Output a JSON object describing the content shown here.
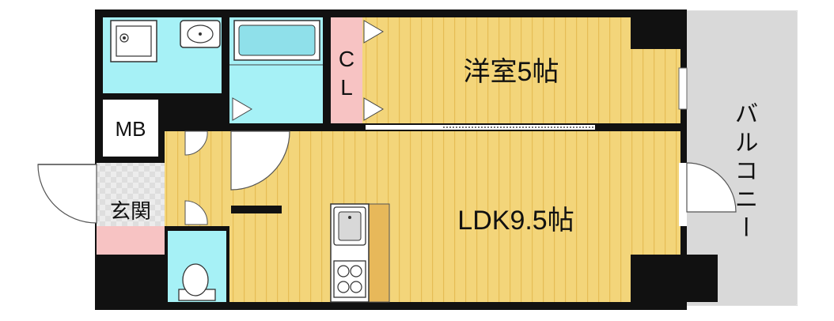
{
  "labels": {
    "western_room": "洋室5帖",
    "ldk": "LDK9.5帖",
    "balcony": "バルコニー",
    "mb": "MB",
    "entrance": "玄関",
    "closet_c": "C",
    "closet_l": "L"
  },
  "colors": {
    "wall": "#111111",
    "floor_wood": "#f3d57a",
    "floor_wood_line": "#e6bd55",
    "wet_area": "#a6f1f6",
    "closet": "#f7c3c3",
    "balcony": "#d9d9d9",
    "entrance_tile": "#e9e9e9"
  }
}
